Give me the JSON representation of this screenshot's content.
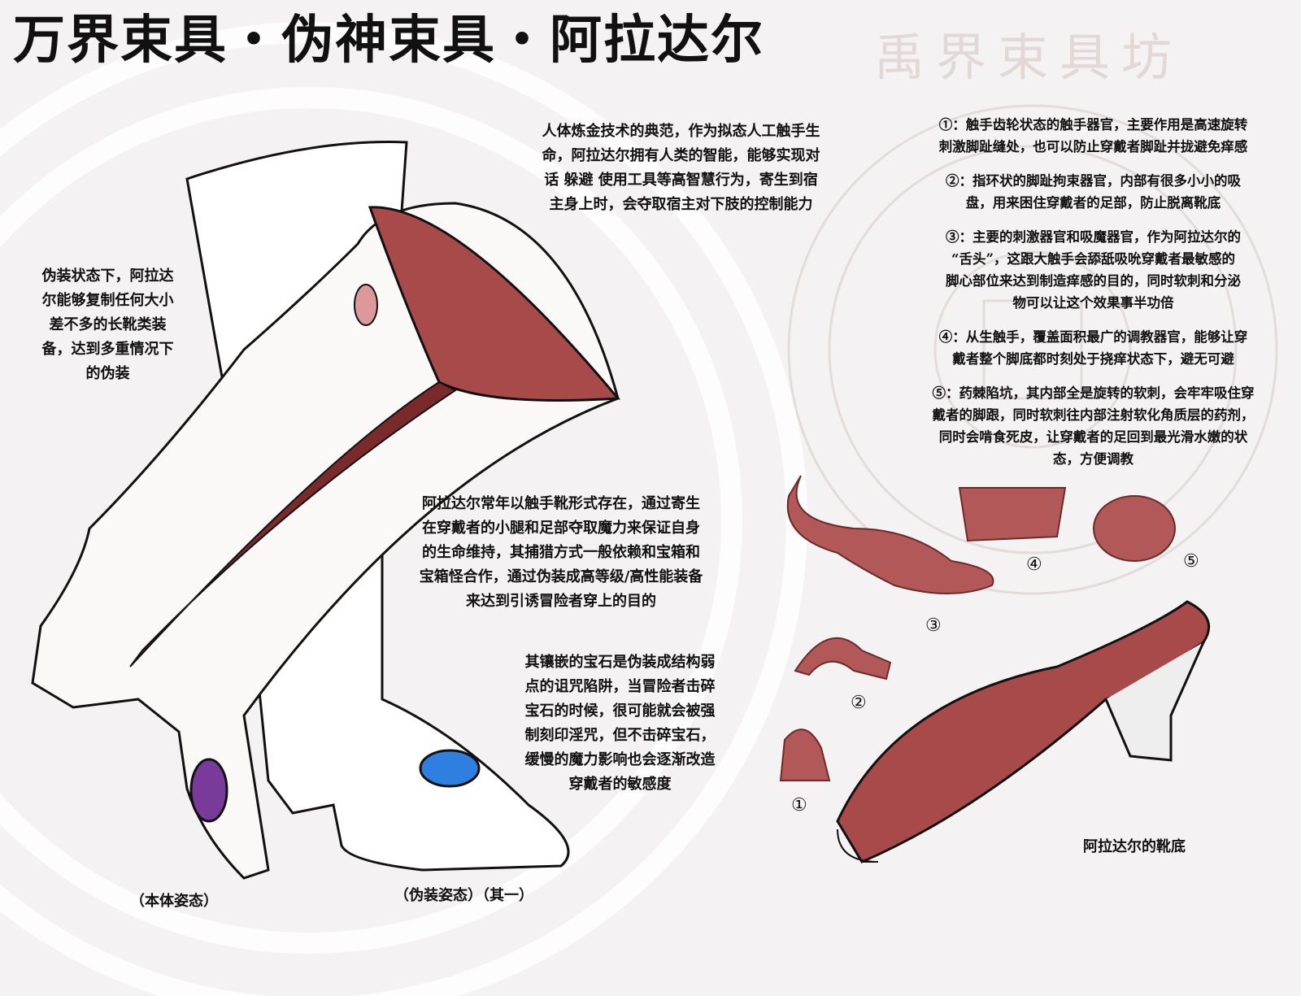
{
  "title": "万界束具・伪神束具・阿拉达尔",
  "watermark": "禹界束具坊",
  "intro_lines": [
    "人体炼金技术的典范，作为拟态人工触手生",
    "命，阿拉达尔拥有人类的智能，能够实现对",
    "话 躲避 使用工具等高智慧行为，寄生到宿",
    "主身上时，会夺取宿主对下肢的控制能力"
  ],
  "disguise_lines": [
    "伪装状态下，阿拉达",
    "尔能够复制任何大小",
    "差不多的长靴类装",
    "备，达到多重情况下",
    "的伪装"
  ],
  "existence_lines": [
    "阿拉达尔常年以触手靴形式存在，通过寄生",
    "在穿戴者的小腿和足部夺取魔力来保证自身",
    "的生命维持，其捕猎方式一般依赖和宝箱和",
    "宝箱怪合作，通过伪装成高等级/高性能装备",
    "来达到引诱冒险者穿上的目的"
  ],
  "gem_lines": [
    "其镶嵌的宝石是伪装成结构弱",
    "点的诅咒陷阱，当冒险者击碎",
    "宝石的时候，很可能就会被强",
    "制刻印淫咒，但不击碎宝石，",
    "缓慢的魔力影响也会逐渐改造",
    "穿戴者的敏感度"
  ],
  "organs": [
    {
      "lines": [
        "①：触手齿轮状态的触手器官，主要作用是高速旋转",
        "刺激脚趾缝处，也可以防止穿戴者脚趾并拢避免痒感"
      ]
    },
    {
      "lines": [
        "②：指环状的脚趾拘束器官，内部有很多小小的吸",
        "盘，用来困住穿戴者的足部，防止脱离靴底"
      ]
    },
    {
      "lines": [
        "③：主要的刺激器官和吸魔器官，作为阿拉达尔的",
        "“舌头”，这跟大触手会舔舐吸吮穿戴者最敏感的",
        "脚心部位来达到制造痒感的目的，同时软刺和分泌",
        "物可以让这个效果事半功倍"
      ]
    },
    {
      "lines": [
        "④：从生触手，覆盖面积最广的调教器官，能够让穿",
        "戴者整个脚底都时刻处于挠痒状态下，避无可避"
      ]
    },
    {
      "lines": [
        "⑤：药棘陷坑，其内部全是旋转的软刺，会牢牢吸住穿",
        "戴者的脚跟，同时软刺往内部注射软化角质层的药剂，",
        "同时会啃食死皮，让穿戴者的足回到最光滑水嫩的状",
        "态，方便调教"
      ]
    }
  ],
  "labels": {
    "true_form": "（本体姿态）",
    "disguise_form": "（伪装姿态）（其一）",
    "sole": "阿拉达尔的靴底"
  },
  "numbers": [
    "①",
    "②",
    "③",
    "④",
    "⑤"
  ],
  "colors": {
    "flesh": "#a84a4a",
    "flesh_dark": "#7a2a2a",
    "boot": "#ffffff",
    "gem_purple": "#7a3a9a",
    "gem_blue": "#2f7fe0"
  }
}
